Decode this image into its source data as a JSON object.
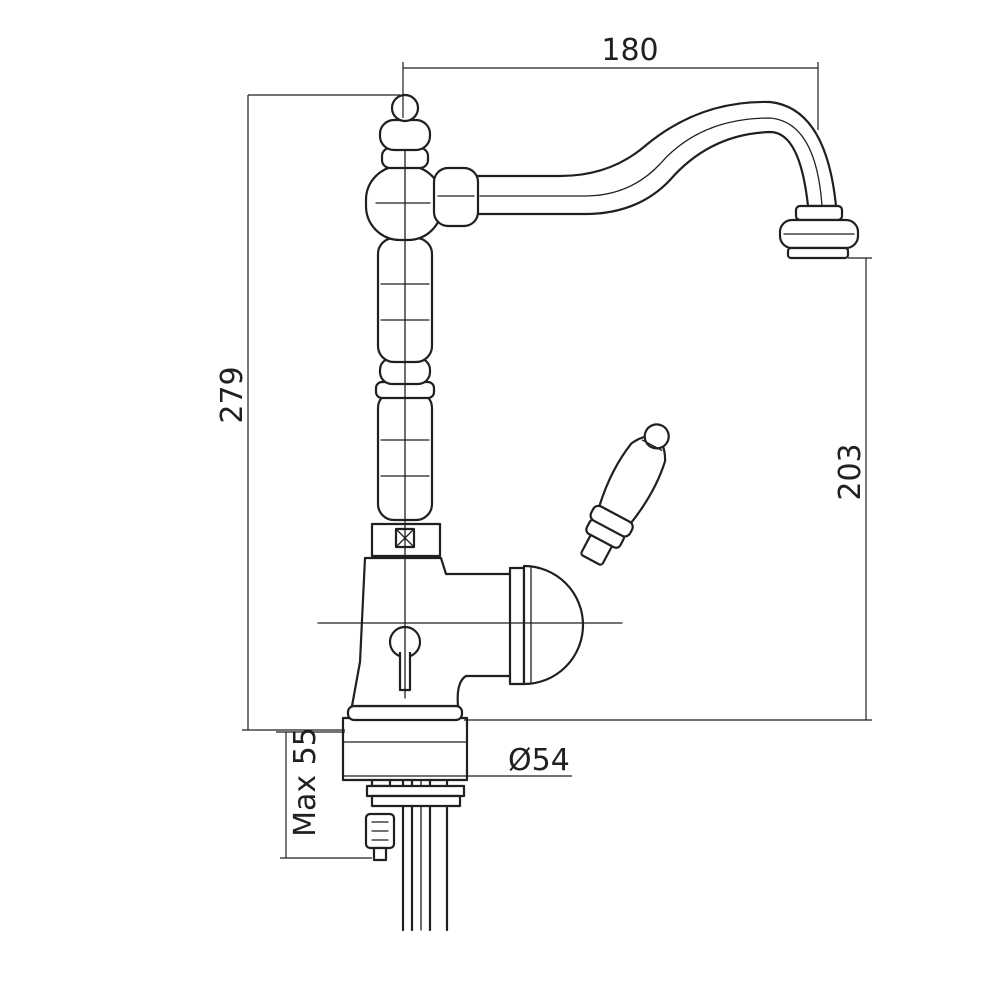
{
  "dimensions": {
    "spout_reach": "180",
    "total_height": "279",
    "spout_height": "203",
    "base_diameter": "Ø54",
    "max_deck_thickness": "Max 55"
  },
  "colors": {
    "line": "#231f20",
    "background": "#ffffff"
  }
}
